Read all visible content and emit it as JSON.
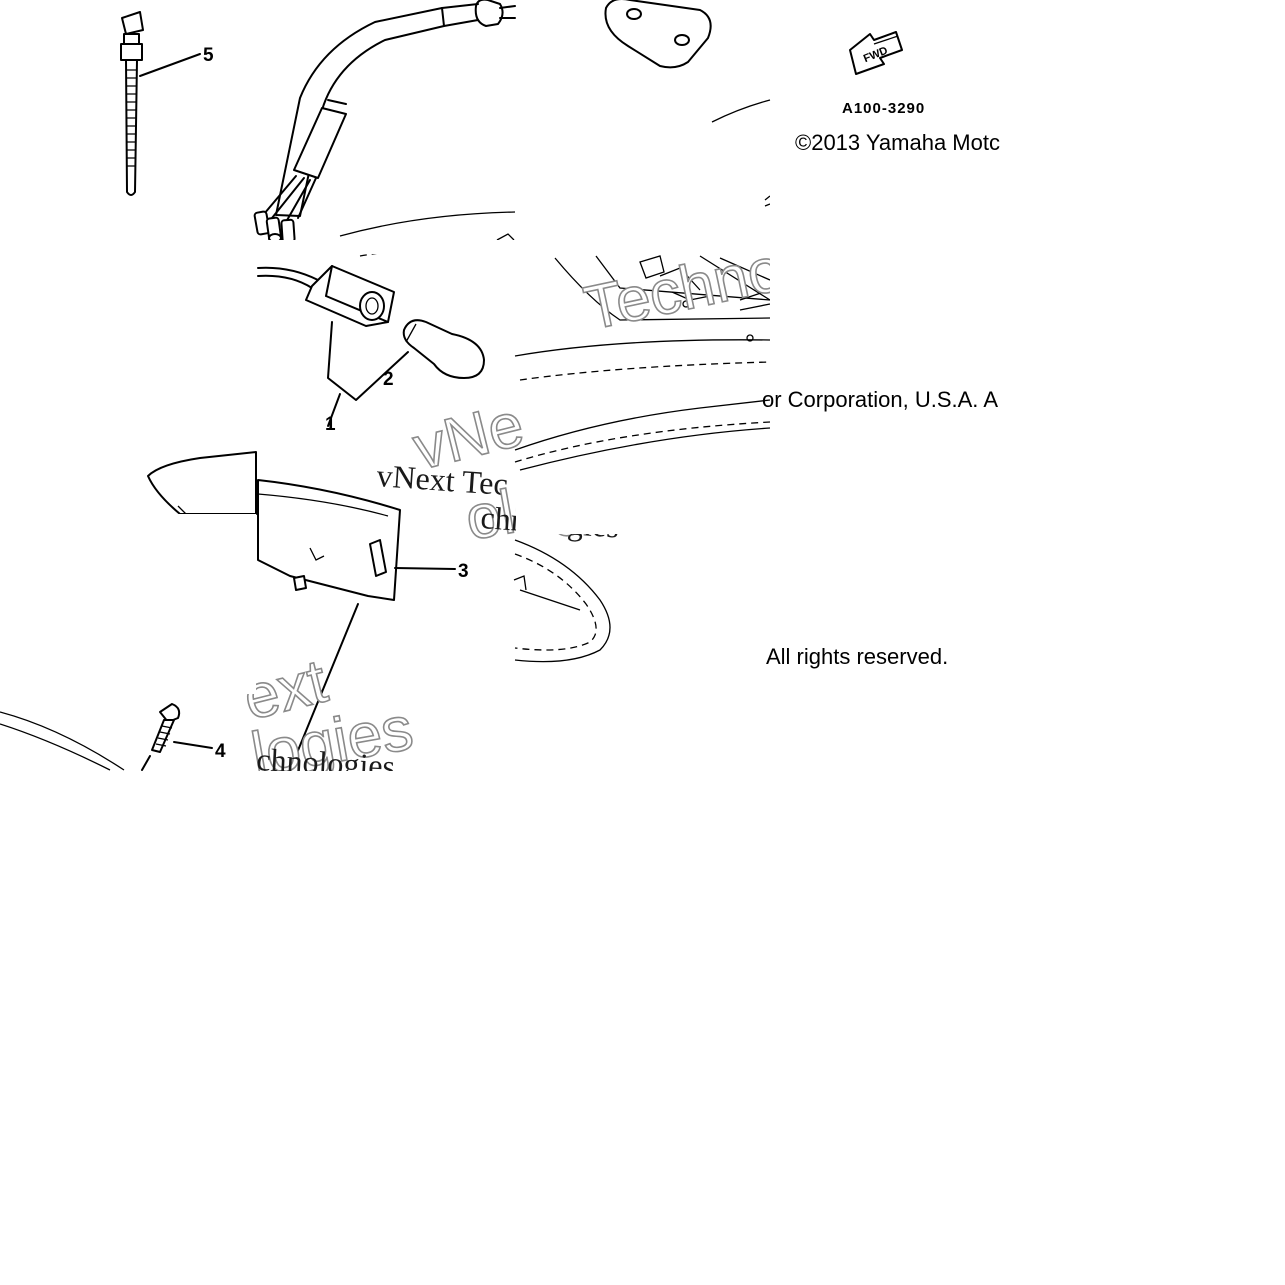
{
  "diagram": {
    "callouts": [
      "5",
      "2",
      "1",
      "3",
      "4"
    ],
    "fwd_label": "FWD",
    "drawing_code": "A100-3290",
    "copyright": {
      "line1": "©2013 Yamaha Motc",
      "line2": "or Corporation, U.S.A. A",
      "line3": "All rights reserved."
    },
    "watermarks": {
      "tech_outline": "Techno",
      "vnext_top": "vNext Tec",
      "vnext_outline": "vNe",
      "nologies_serif": "chnologies",
      "nologies_outline": "ologies",
      "ext_outline": "ext",
      "logies_outline": "logies",
      "chnologies_serif": "chnologies"
    }
  }
}
